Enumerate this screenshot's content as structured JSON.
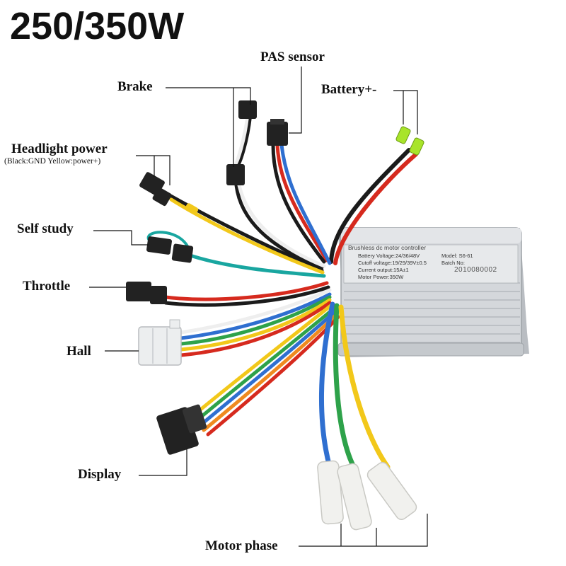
{
  "heading": "250/350W",
  "labels": {
    "pas_sensor": "PAS sensor",
    "brake": "Brake",
    "battery": "Battery+-",
    "headlight_power": "Headlight power",
    "headlight_note": "(Black:GND Yellow:power+)",
    "self_study": "Self study",
    "throttle": "Throttle",
    "hall": "Hall",
    "display": "Display",
    "motor_phase": "Motor phase"
  },
  "controller_plate": {
    "title": "Brushless dc motor controller",
    "battery_voltage": "Battery Voltage:24/36/48V",
    "model": "Model: S6-61",
    "cutoff_voltage": "Cutoff voltage:19/29/39V±0.5",
    "batch_no": "Batch No:",
    "current_output": "Current output:15A±1",
    "motor_power": "Motor Power:350W",
    "serial": "2010080002"
  },
  "colors": {
    "housing": "#d4d7db",
    "red_wire": "#d62a1e",
    "black_wire": "#1b1b1b",
    "yellow_wire": "#f2c81a",
    "green_wire": "#2ea24a",
    "blue_wire": "#2f6fd0",
    "teal_wire": "#19a6a0",
    "orange_wire": "#ef8a1f",
    "connector_green": "#a8e42a"
  }
}
